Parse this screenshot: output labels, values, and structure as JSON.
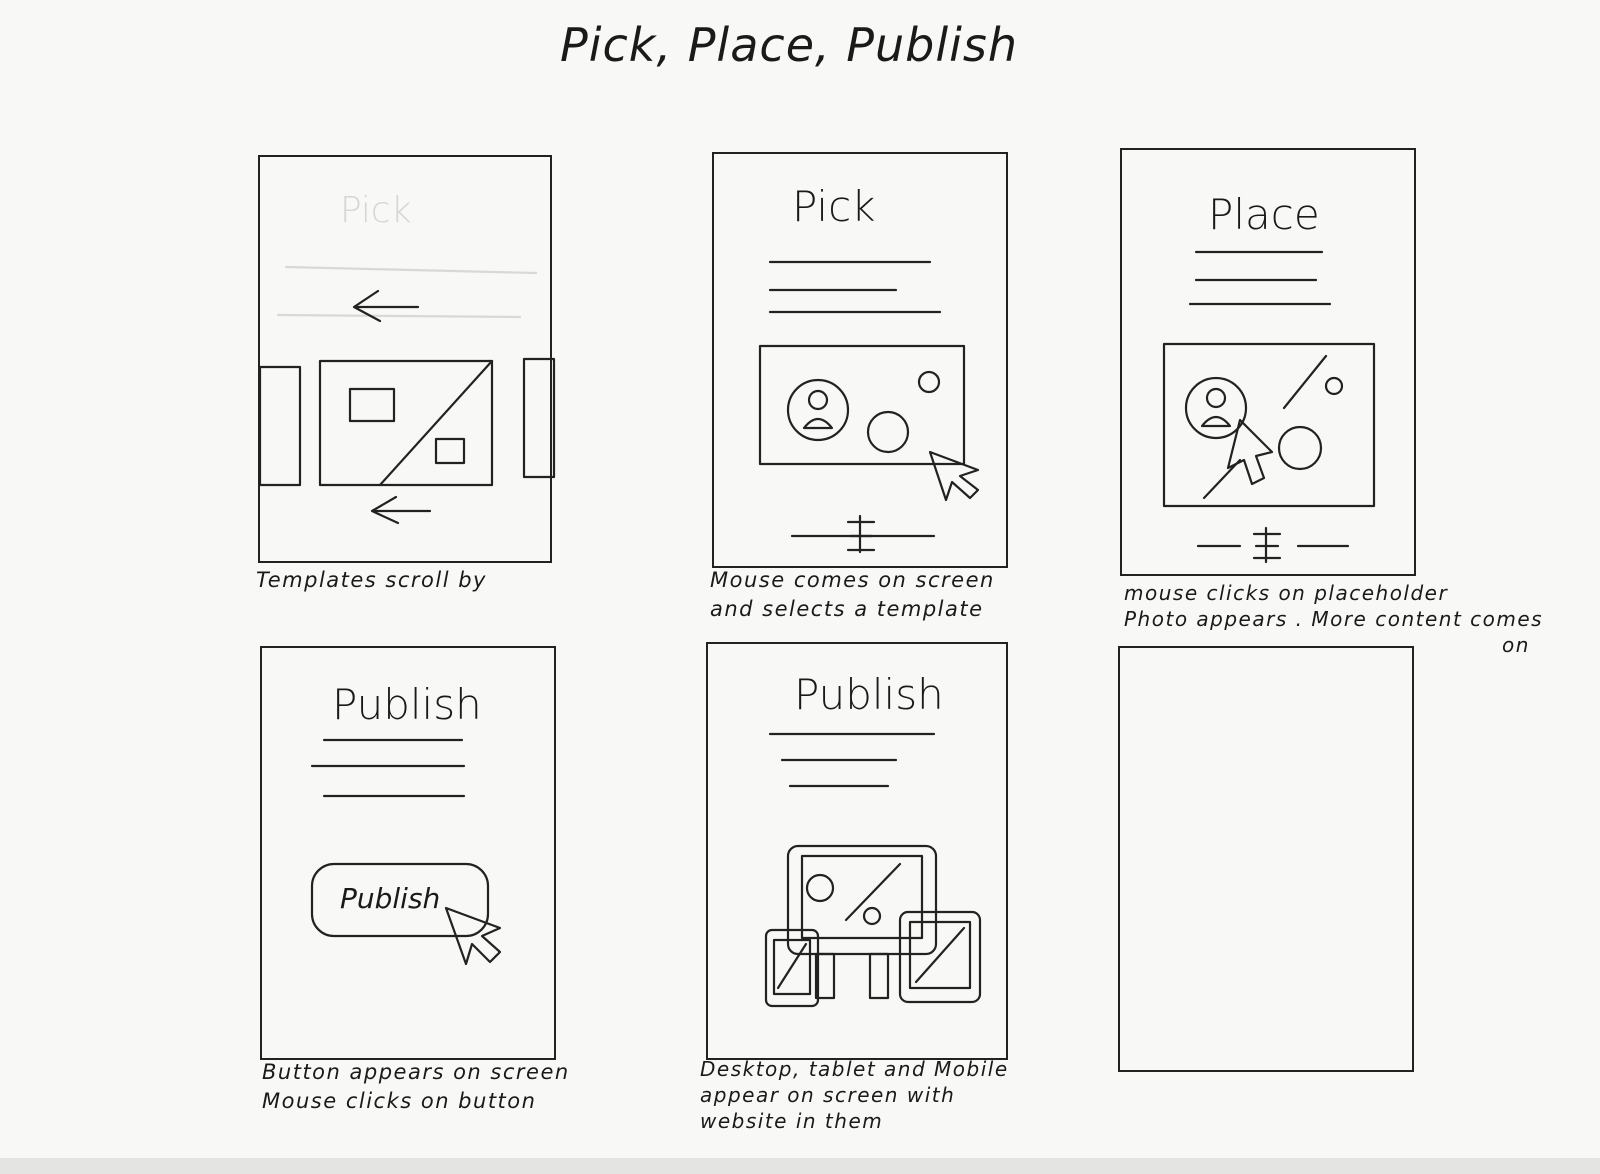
{
  "title": "Pick, Place, Publish",
  "frames": [
    {
      "ghost_heading": "Pick",
      "caption": [
        "Templates scroll by"
      ]
    },
    {
      "heading": "Pick",
      "caption": [
        "Mouse comes on screen",
        "and selects a template"
      ]
    },
    {
      "heading": "Place",
      "caption": [
        "mouse clicks on placeholder",
        "Photo appears . More content comes",
        "on"
      ]
    },
    {
      "heading": "Publish",
      "button_label": "Publish",
      "caption": [
        "Button appears on screen",
        "Mouse clicks on button"
      ]
    },
    {
      "heading": "Publish",
      "caption": [
        "Desktop, tablet and Mobile",
        "appear on screen with",
        "website in them"
      ]
    },
    {
      "caption": []
    }
  ]
}
